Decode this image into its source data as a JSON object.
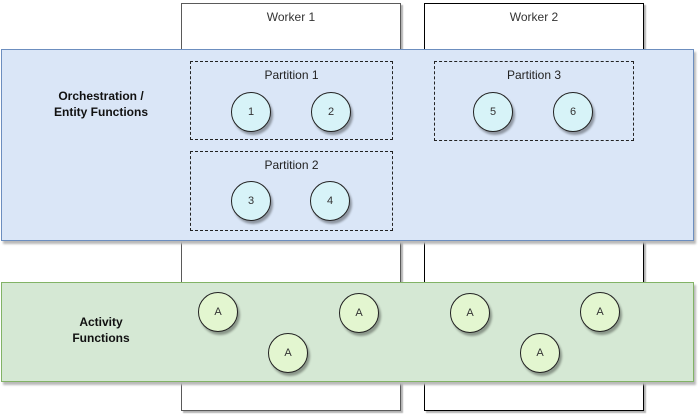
{
  "diagram": {
    "workers": [
      {
        "label": "Worker 1"
      },
      {
        "label": "Worker 2"
      }
    ],
    "orchestration_band": {
      "line1": "Orchestration /",
      "line2": "Entity Functions"
    },
    "activity_band": {
      "line1": "Activity",
      "line2": "Functions"
    },
    "partitions": [
      {
        "label": "Partition 1",
        "nodes": [
          "1",
          "2"
        ]
      },
      {
        "label": "Partition 2",
        "nodes": [
          "3",
          "4"
        ]
      },
      {
        "label": "Partition 3",
        "nodes": [
          "5",
          "6"
        ]
      }
    ],
    "activity_nodes": [
      "A",
      "A",
      "A",
      "A",
      "A",
      "A"
    ],
    "colors": {
      "orchestration_fill": "#dae6f7",
      "orchestration_border": "#6c8ebf",
      "activity_fill": "#d5e8d4",
      "activity_border": "#82b366",
      "partition_node_fill": "#d7f3f8",
      "activity_node_fill": "#e3f6d0",
      "node_border": "#222222",
      "worker1_border": "#5a5a5a",
      "worker2_border": "#000000",
      "shadow": "#b9b9b9"
    }
  }
}
